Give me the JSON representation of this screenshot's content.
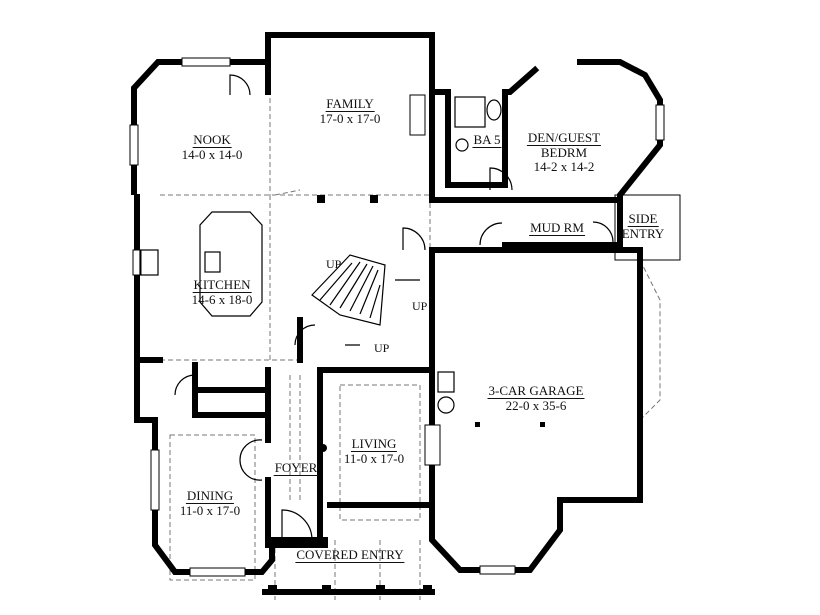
{
  "plan": {
    "rooms": [
      {
        "name": "FAMILY",
        "dims": "17-0 x 17-0"
      },
      {
        "name": "NOOK",
        "dims": "14-0 x 14-0"
      },
      {
        "name": "BA 5",
        "dims": ""
      },
      {
        "name": "DEN/GUEST",
        "name2": "BEDRM",
        "dims": "14-2 x 14-2"
      },
      {
        "name": "MUD RM",
        "dims": ""
      },
      {
        "name": "SIDE",
        "name2": "ENTRY",
        "dims": ""
      },
      {
        "name": "KITCHEN",
        "dims": "14-6 x 18-0"
      },
      {
        "name": "3-CAR GARAGE",
        "dims": "22-0 x 35-6"
      },
      {
        "name": "LIVING",
        "dims": "11-0 x 17-0"
      },
      {
        "name": "FOYER",
        "dims": ""
      },
      {
        "name": "DINING",
        "dims": "11-0 x 17-0"
      },
      {
        "name": "COVERED ENTRY",
        "dims": ""
      }
    ],
    "stair_labels": [
      "UP",
      "UP",
      "UP"
    ]
  }
}
